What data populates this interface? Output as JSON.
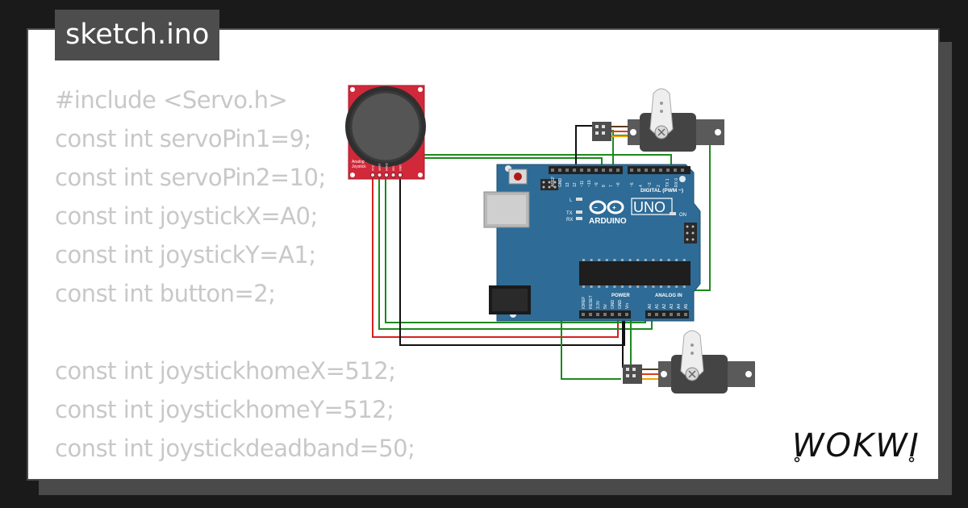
{
  "title": "sketch.ino",
  "code_lines": [
    "#include <Servo.h>",
    "const int servoPin1=9;",
    "const int servoPin2=10;",
    "const int joystickX=A0;",
    "const int joystickY=A1;",
    "const int button=2;",
    "",
    "const int joystickhomeX=512;",
    "const int joystickhomeY=512;",
    "const int joystickdeadband=50;"
  ],
  "board": {
    "name": "UNO",
    "brand": "ARDUINO",
    "digital_label": "DIGITAL (PWM ~)",
    "power_label": "POWER",
    "analog_label": "ANALOG IN",
    "led_l": "L",
    "led_tx": "TX",
    "led_rx": "RX",
    "led_on": "ON",
    "power_pins": [
      "IOREF",
      "RESET",
      "3.3V",
      "5V",
      "GND",
      "GND",
      "Vin"
    ],
    "analog_pins": [
      "A0",
      "A1",
      "A2",
      "A3",
      "A4",
      "A5"
    ],
    "digital_pins": [
      "AREF",
      "GND",
      "13",
      "12",
      "~11",
      "~10",
      "~9",
      "8",
      "7",
      "~6",
      "~5",
      "4",
      "~3",
      "2",
      "TX 1",
      "RX 0"
    ]
  },
  "joystick": {
    "label_line1": "Analog",
    "label_line2": "Joystick",
    "pins": [
      "VCC",
      "VERT",
      "HORZ",
      "SEL",
      "GND"
    ]
  },
  "logo_text": "WOKWI",
  "colors": {
    "board_blue": "#2e6b96",
    "joystick_red": "#d1283a",
    "wire_green": "#1d8a1d",
    "wire_black": "#111111",
    "wire_red": "#d62020",
    "servo_gray": "#555555"
  }
}
